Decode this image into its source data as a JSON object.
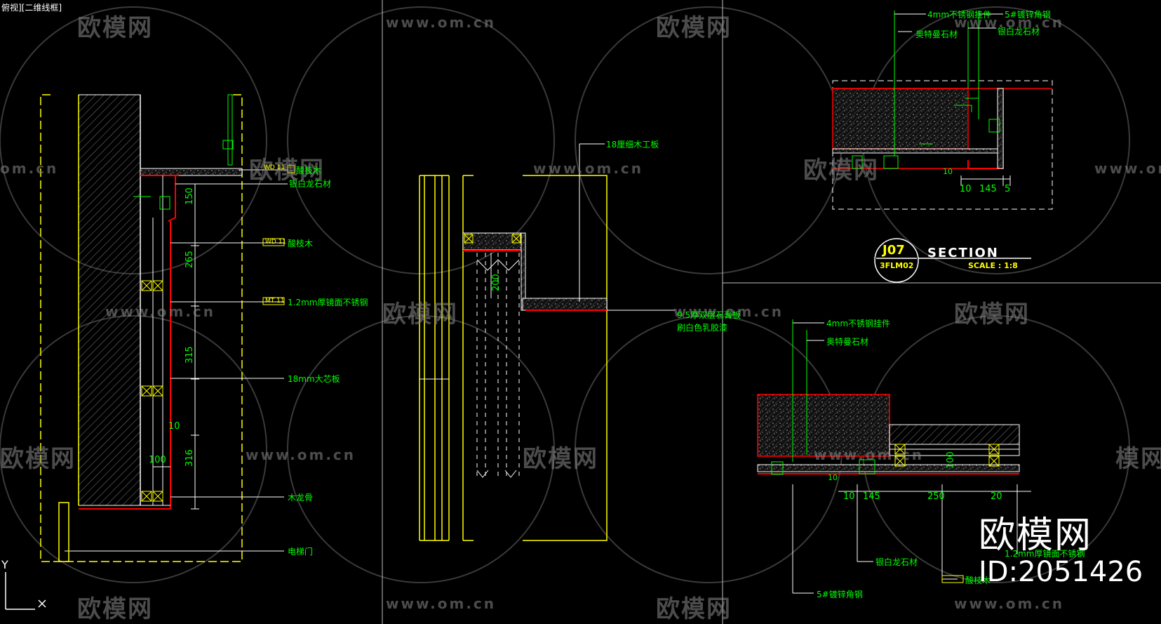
{
  "viewport": {
    "label": "俯视][二维线框]"
  },
  "watermarks": {
    "brand": "欧模网",
    "url": "www.om.cn",
    "url_partial": "om.cn",
    "brand_partial": "模网",
    "brand_partial2": "欧模网"
  },
  "left_panel": {
    "annotations": {
      "veneer_top": "酸枝木",
      "silver_dragon": "银白龙石材",
      "veneer": "酸枝木",
      "stainless": "1.2mm厚镜面不锈钢",
      "core_board": "18mm大芯板",
      "wood_keel": "木龙骨",
      "elevator_door": "电梯门"
    },
    "tags": {
      "tag1": "WD 11",
      "tag2": "WD 11",
      "tag3": "MT 11"
    },
    "dims": {
      "d150": "150",
      "d265": "265",
      "d315": "315",
      "d316": "316",
      "d10": "10",
      "d100": "100"
    }
  },
  "middle_panel": {
    "annotations": {
      "plywood": "18厘细木工板",
      "gypsum_1": "9.5厚双层石膏板",
      "gypsum_2": "刷白色乳胶漆"
    },
    "dims": {
      "d200": "200"
    }
  },
  "right_top": {
    "annotations": {
      "steel_hanger": "4mm不锈钢挂件",
      "angle_steel": "5#镀锌角钢",
      "aotman": "奥特曼石材",
      "silver_dragon": "银白龙石材"
    },
    "dims": {
      "d10": "10",
      "d145": "145",
      "d5": "5",
      "d10b": "10"
    },
    "section": {
      "id": "J07",
      "ref": "3FLM02",
      "title": "SECTION",
      "scale": "SCALE : 1:8"
    }
  },
  "right_bottom": {
    "annotations": {
      "steel_hanger": "4mm不锈钢挂件",
      "aotman": "奥特曼石材",
      "silver_dragon": "银白龙石材",
      "stainless": "1.2mm厚镜面不锈钢",
      "veneer": "酸枝木",
      "angle_steel": "5#镀锌角钢"
    },
    "dims": {
      "d10": "10",
      "d145": "145",
      "d250": "250",
      "d20": "20",
      "d100": "100",
      "d10b": "10"
    }
  },
  "overlay": {
    "brand": "欧模网",
    "id_label": "ID:2051426"
  },
  "ucs": {
    "y": "Y",
    "x": "X"
  },
  "colors": {
    "background": "#000000",
    "yellow": "#ffff00",
    "green": "#00ff00",
    "red": "#ff0000",
    "white": "#ffffff",
    "gray": "#808080"
  }
}
